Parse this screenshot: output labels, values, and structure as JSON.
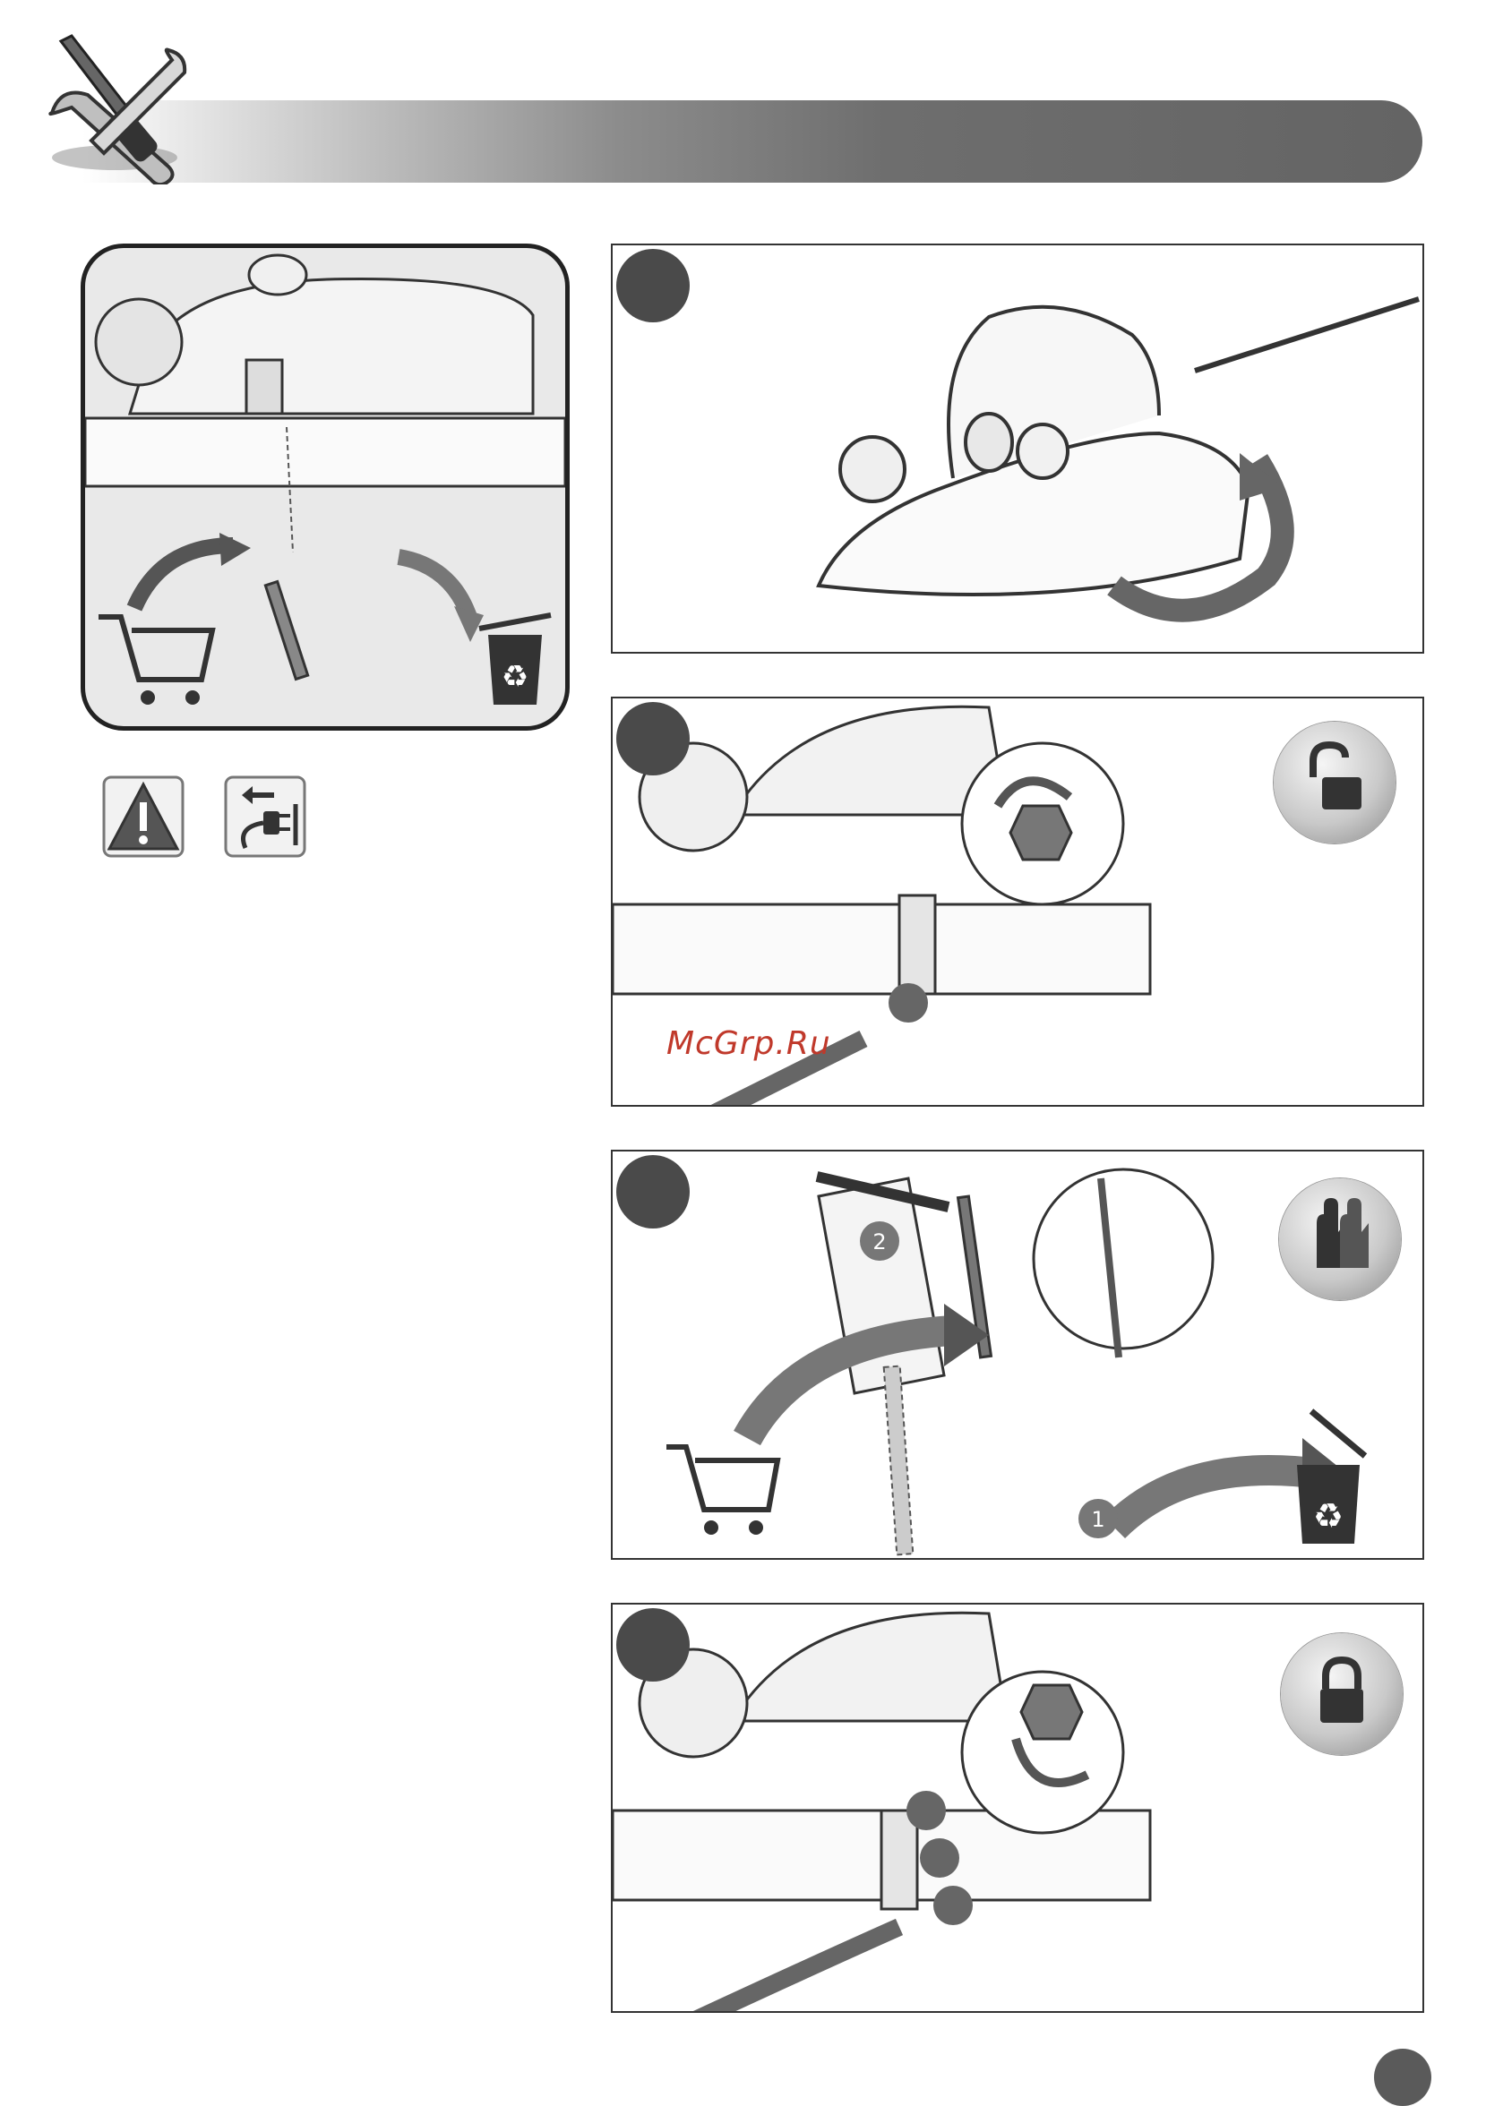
{
  "document": {
    "watermark_text": "McGrp.Ru",
    "icons": {
      "header": "tools-screwdriver-wrench-icon",
      "intro_symbols": [
        "warning-triangle-icon",
        "unplug-icon"
      ],
      "cart": "shopping-cart-icon",
      "recycle": "recycle-bin-icon",
      "unlock": "unlocked-padlock-icon",
      "gloves": "gloves-icon",
      "lock": "locked-padlock-icon"
    },
    "step3_callouts": [
      "2",
      "1"
    ]
  }
}
